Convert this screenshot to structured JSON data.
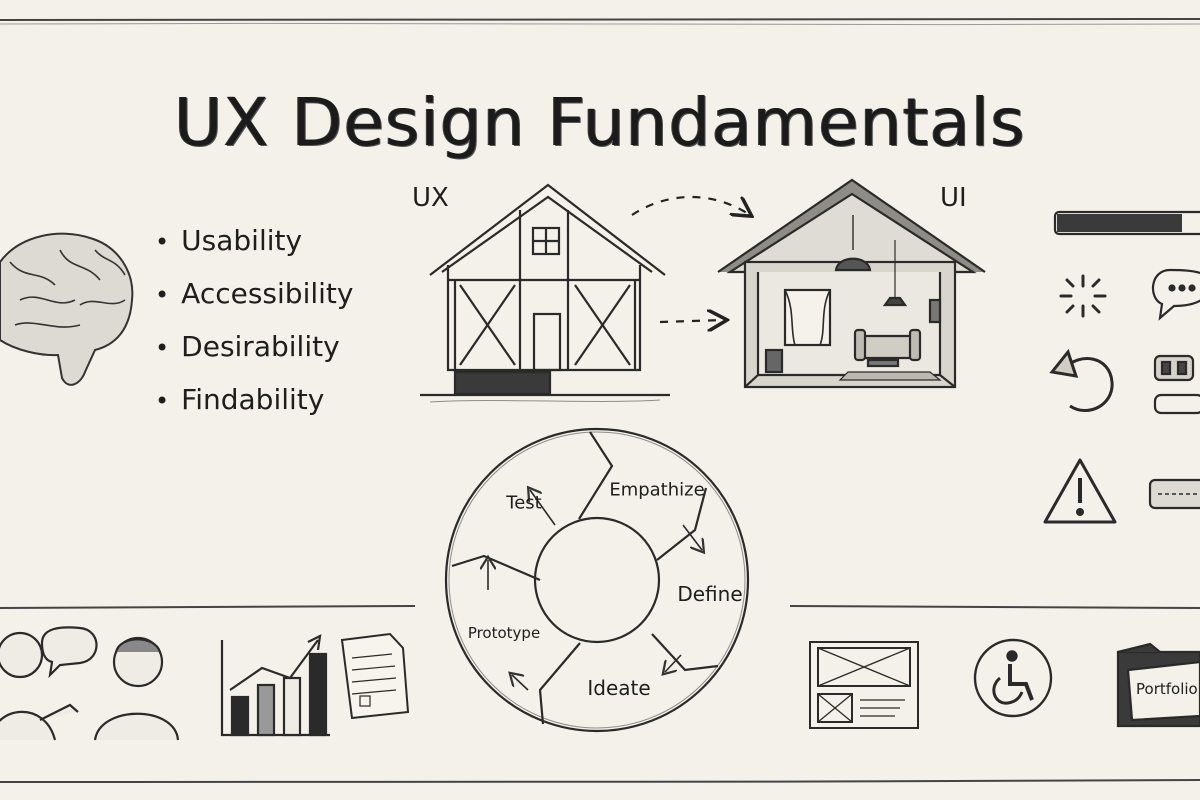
{
  "title": "UX Design Fundamentals",
  "principles": [
    "Usability",
    "Accessibility",
    "Desirability",
    "Findability"
  ],
  "house_labels": {
    "ux": "UX",
    "ui": "UI"
  },
  "design_cycle": {
    "stages": [
      "Test",
      "Empathize",
      "Define",
      "Ideate",
      "Prototype"
    ]
  },
  "folder_label": "Portfolio",
  "icons": [
    "brain-icon",
    "ux-house-frame-icon",
    "ui-house-furnished-icon",
    "dashed-arrow-icon",
    "progress-bar-icon",
    "loading-spinner-icon",
    "chat-bubble-icon",
    "undo-arrow-icon",
    "toggle-buttons-icon",
    "warning-icon",
    "input-field-icon",
    "people-talking-icon",
    "bar-chart-icon",
    "document-icon",
    "wireframe-icon",
    "accessibility-icon",
    "folder-icon"
  ],
  "colors": {
    "paper": "#f3f1e9",
    "ink": "#1e1e1e",
    "shade": "#8a8a84"
  }
}
